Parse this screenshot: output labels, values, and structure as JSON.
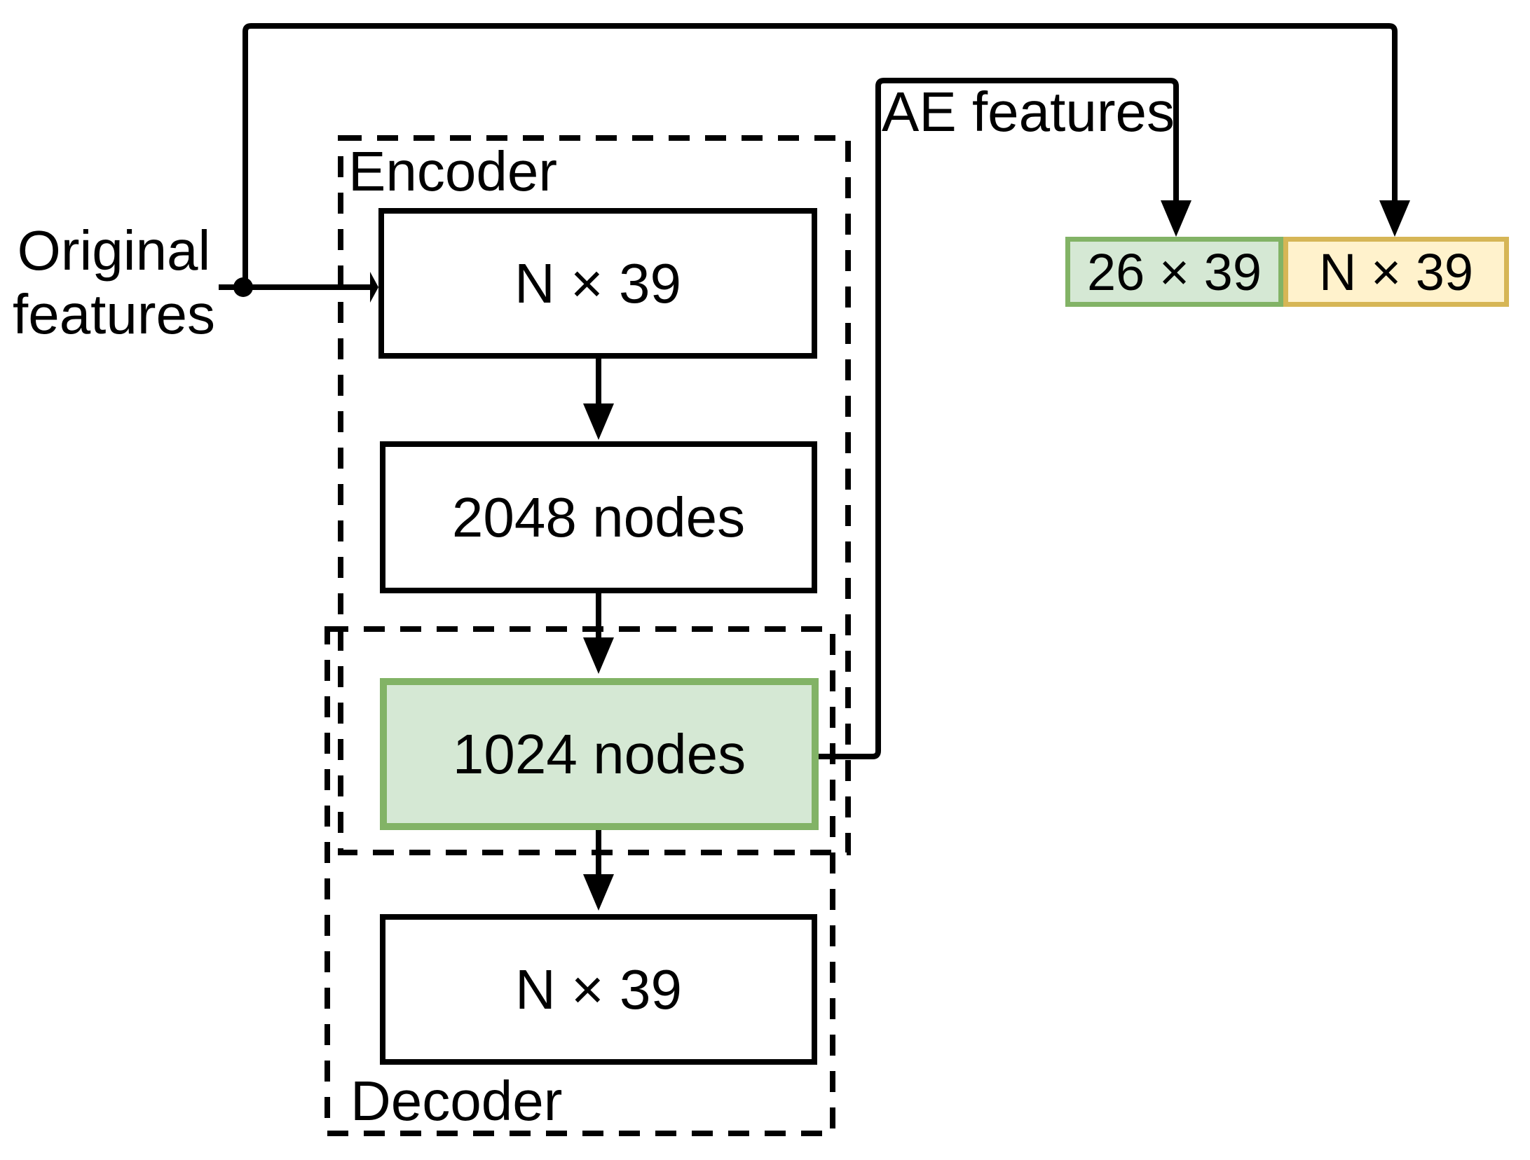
{
  "figure": {
    "input_label": "Original\nfeatures",
    "ae_label": "AE features",
    "encoder": {
      "label": "Encoder",
      "layers": [
        "N × 39",
        "2048 nodes"
      ]
    },
    "bottleneck": "1024 nodes",
    "decoder": {
      "label": "Decoder",
      "layers": [
        "N × 39"
      ]
    },
    "outputs": {
      "ae_features_box": "26 × 39",
      "original_features_box": "N × 39"
    },
    "colors": {
      "green_fill": "#d5e8d4",
      "green_border": "#82b366",
      "yellow_fill": "#fff2cc",
      "yellow_border": "#d6b656",
      "line": "#000000"
    }
  }
}
